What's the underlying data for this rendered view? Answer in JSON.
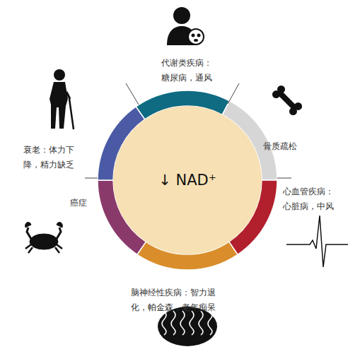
{
  "diagram": {
    "nodes": [
      {
        "text": [
          "↓ NAD⁺"
        ]
      }
    ],
    "labels": [
      "代谢类疾病： 糖尿病，通风",
      "骨质疏松",
      "心血管疾病： 心脏病，中风",
      "脑神经性疾病：智力退 化，帕金森，老年痴呆",
      "癌症",
      "衰老：体力下 降，精力缺乏"
    ]
  }
}
